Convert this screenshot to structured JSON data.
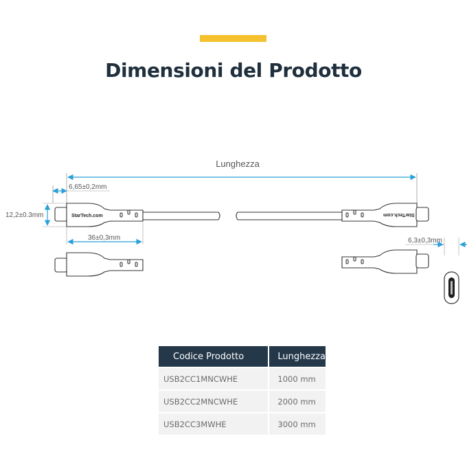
{
  "header": {
    "accent_color": "#f5c12c",
    "title": "Dimensioni del Prodotto"
  },
  "diagram": {
    "length_label": "Lunghezza",
    "connector_width_label": "6,65±0,2mm",
    "connector_height_label": "12,2±0.3mm",
    "connector_length_label": "36±0,3mm",
    "connector_thickness_label": "6,3±0,3mm",
    "brand_text": "StarTech.com",
    "dimension_color": "#2a9fd8"
  },
  "table": {
    "headers": [
      "Codice Prodotto",
      "Lunghezza"
    ],
    "rows": [
      {
        "code": "USB2CC1MNCWHE",
        "length": "1000 mm"
      },
      {
        "code": "USB2CC2MNCWHE",
        "length": "2000 mm"
      },
      {
        "code": "USB2CC3MWHE",
        "length": "3000 mm"
      }
    ]
  }
}
